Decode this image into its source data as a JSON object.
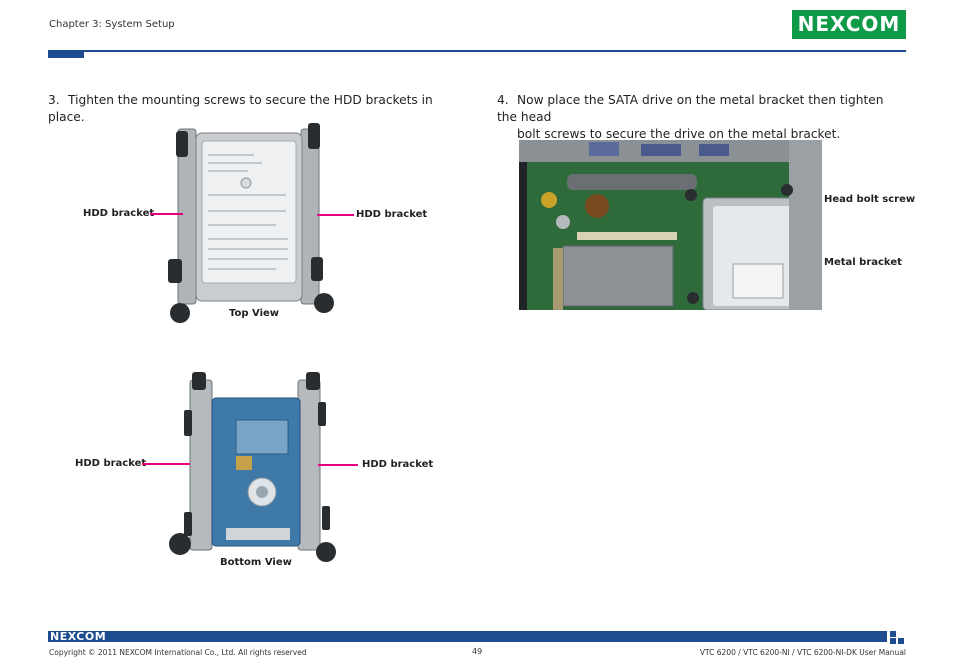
{
  "header": {
    "chapter": "Chapter 3: System Setup",
    "logo_text": "NEXCOM",
    "brand_color": "#1d4c8f",
    "logo_color": "#0f9a48"
  },
  "steps": [
    {
      "number": "3.",
      "text": "Tighten the mounting screws to secure the HDD brackets in place."
    },
    {
      "number": "4.",
      "text_line1": "Now place the SATA drive on the metal bracket then tighten the head",
      "text_line2": "bolt screws to secure the drive on the metal bracket."
    }
  ],
  "figures": {
    "top_view": {
      "left_label": "HDD bracket",
      "right_label": "HDD bracket",
      "caption": "Top View"
    },
    "bottom_view": {
      "left_label": "HDD bracket",
      "right_label": "HDD bracket",
      "caption": "Bottom View"
    },
    "installed": {
      "label_1": "Head bolt screw",
      "label_2": "Metal bracket"
    },
    "callout_color": "#e4007f"
  },
  "footer": {
    "logo_text": "NEXCOM",
    "copyright": "Copyright © 2011 NEXCOM International Co., Ltd. All rights reserved",
    "page_number": "49",
    "manual_title": "VTC 6200 / VTC 6200-NI / VTC 6200-NI-DK User Manual"
  }
}
